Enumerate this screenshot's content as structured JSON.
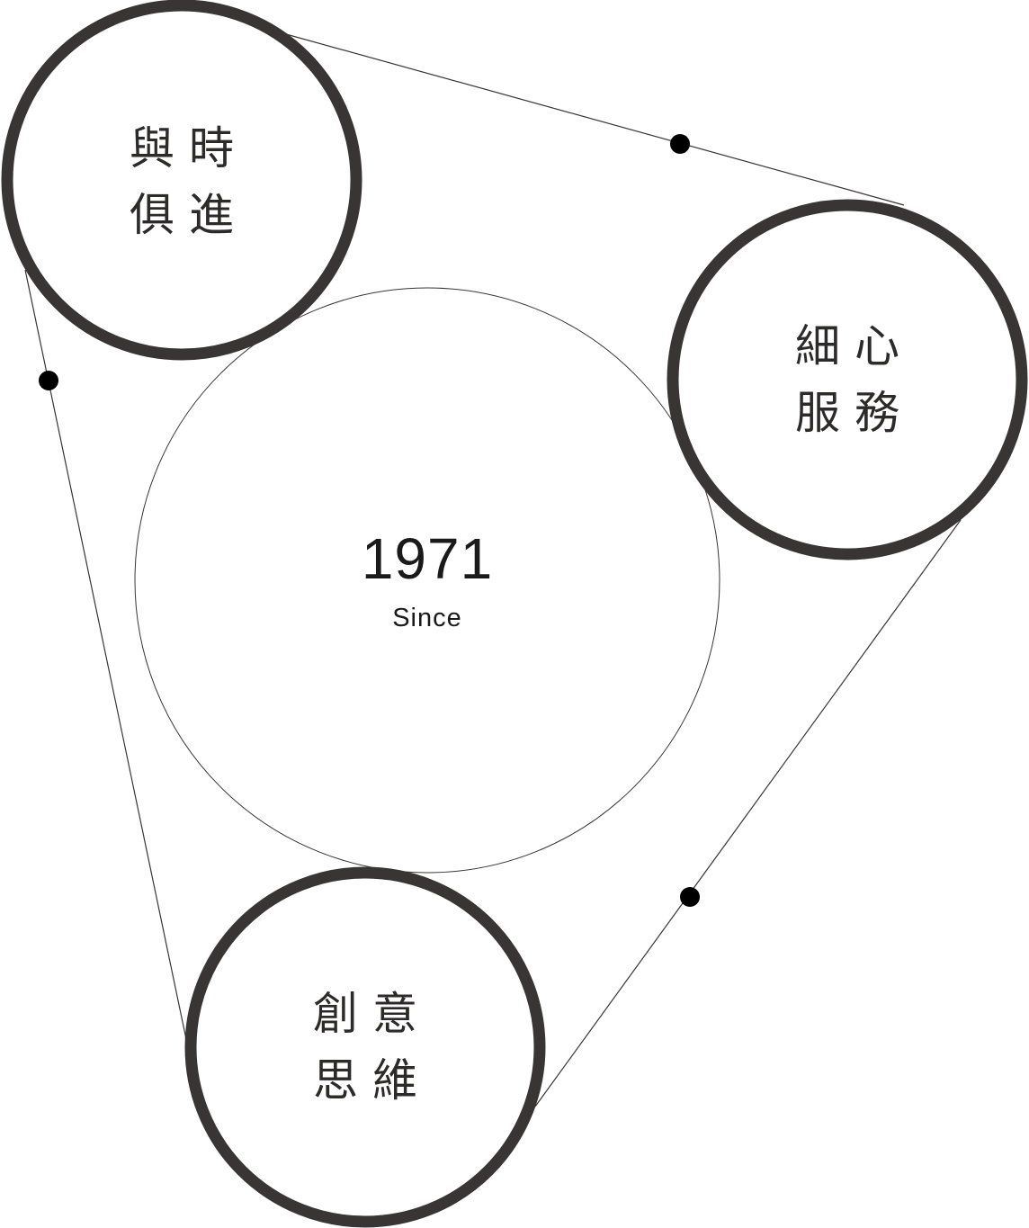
{
  "center": {
    "year": "1971",
    "sub": "Since"
  },
  "nodes": [
    {
      "id": "top-left",
      "line1": "與時",
      "line2": "俱進"
    },
    {
      "id": "right",
      "line1": "細心",
      "line2": "服務"
    },
    {
      "id": "bottom",
      "line1": "創意",
      "line2": "思維"
    }
  ],
  "colors": {
    "ring": "#3a3535",
    "thin_line": "#3a3535",
    "dot": "#000000",
    "text": "#2d2a2a"
  }
}
